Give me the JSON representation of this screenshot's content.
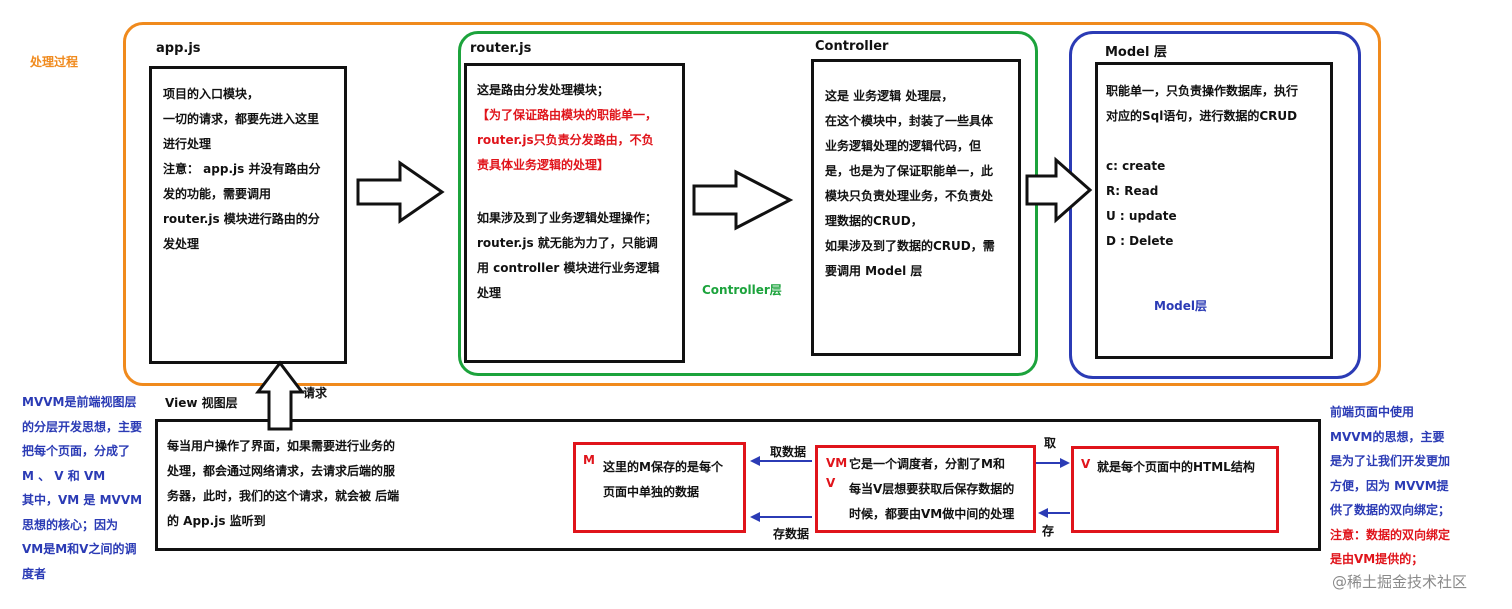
{
  "process_label": "处理过程",
  "app": {
    "title": "app.js",
    "lines": [
      "项目的入口模块，",
      "一切的请求，都要先进入这里",
      "进行处理",
      "注意： app.js 并没有路由分",
      "发的功能，需要调用",
      "router.js 模块进行路由的分",
      "发处理"
    ]
  },
  "router": {
    "title": "router.js",
    "lines_top": [
      "这是路由分发处理模块；"
    ],
    "lines_red": [
      "【为了保证路由模块的职能单一，",
      "router.js只负责分发路由，不负",
      "责具体业务逻辑的处理】"
    ],
    "lines_bottom": [
      "如果涉及到了业务逻辑处理操作；",
      "router.js 就无能为力了，只能调",
      "用 controller 模块进行业务逻辑",
      "处理"
    ]
  },
  "controller": {
    "title": "Controller",
    "layer_label": "Controller层",
    "lines": [
      "这是 业务逻辑 处理层，",
      "在这个模块中，封装了一些具体",
      "业务逻辑处理的逻辑代码，但",
      "是，也是为了保证职能单一，此",
      "模块只负责处理业务，不负责处",
      "理数据的CRUD，",
      "如果涉及到了数据的CRUD，需",
      "要调用 Model 层"
    ]
  },
  "model": {
    "title": "Model 层",
    "layer_label": "Model层",
    "lines": [
      "职能单一，只负责操作数据库，执行",
      "对应的Sql语句，进行数据的CRUD"
    ],
    "crud": [
      "c:  create",
      "R: Read",
      "U : update",
      "D : Delete"
    ]
  },
  "view": {
    "title": "View 视图层",
    "request_label": "请求",
    "lines": [
      "每当用户操作了界面，如果需要进行业务的",
      "处理，都会通过网络请求，去请求后端的服",
      "务器，此时，我们的这个请求，就会被 后端",
      "的 App.js 监听到"
    ]
  },
  "mvvm": {
    "m_letter": "M",
    "m_lines": [
      "这里的M保存的是每个",
      "页面中单独的数据"
    ],
    "vm_letter_1": "VM",
    "vm_letter_2": "V",
    "vm_lines": [
      "它是一个调度者，分割了M和",
      "每当V层想要获取后保存数据的",
      "时候，都要由VM做中间的处理"
    ],
    "v_letter": "V",
    "v_text": "就是每个页面中的HTML结构",
    "get_data": "取数据",
    "save_data": "存数据",
    "get": "取",
    "save": "存"
  },
  "left_note": [
    "MVVM是前端视图层",
    "的分层开发思想，主要",
    "把每个页面，分成了",
    "M 、 V 和 VM",
    "其中，VM 是 MVVM",
    "思想的核心；因为",
    "VM是M和V之间的调",
    "度者"
  ],
  "right_note_blue": [
    "前端页面中使用",
    "MVVM的思想，主要",
    "是为了让我们开发更加",
    "方便，因为 MVVM提",
    "供了数据的双向绑定；"
  ],
  "right_note_red": [
    "注意：数据的双向绑定",
    "是由VM提供的；"
  ],
  "watermark": "@稀土掘金技术社区",
  "colors": {
    "orange": "#f08a1d",
    "green": "#1ca33c",
    "blue": "#2b3bb5",
    "red": "#e0141b"
  }
}
